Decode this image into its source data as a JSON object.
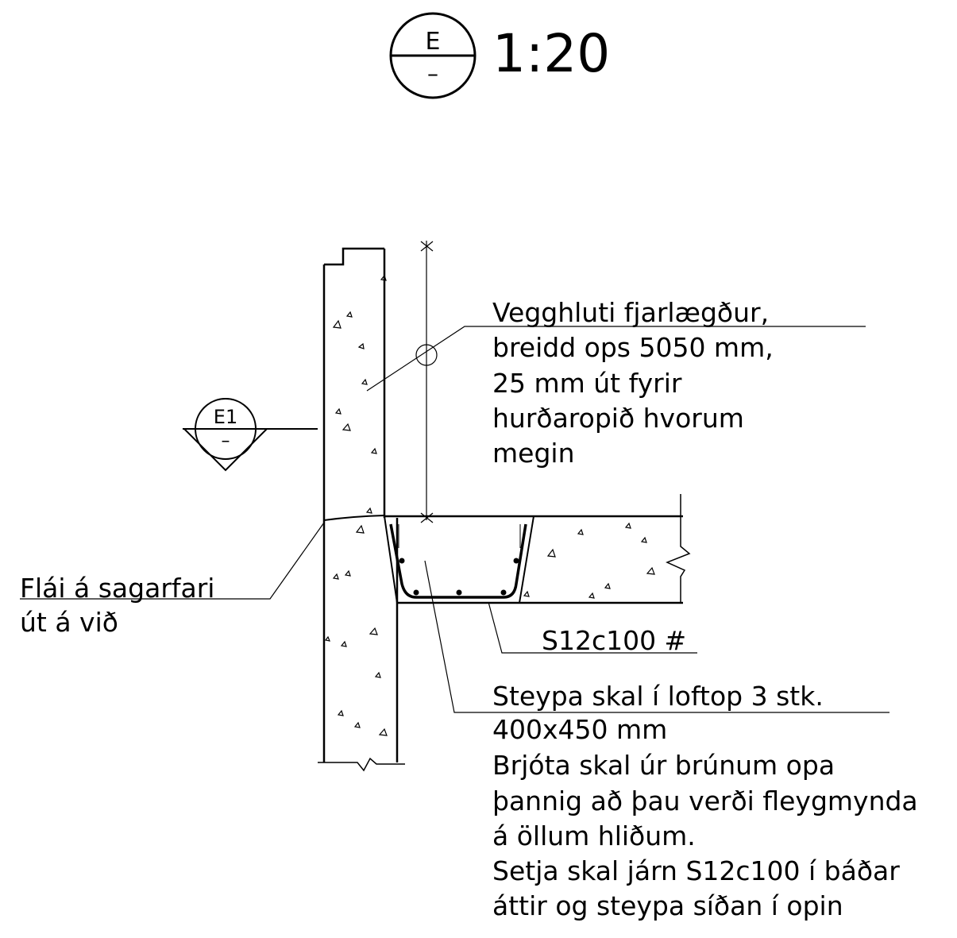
{
  "header": {
    "section_letter": "E",
    "section_dash": "–",
    "scale": "1:20"
  },
  "section_marker": {
    "label": "E1",
    "dash": "–"
  },
  "notes": {
    "wall_removal": [
      "Vegghluti fjarlægður,",
      "breidd ops 5050 mm,",
      "25 mm út fyrir",
      "hurðaropið hvorum",
      "megin"
    ],
    "chamfer": [
      "Flái á sagarfari",
      "út á við"
    ],
    "rebar": "S12c100  #",
    "casting": [
      "Steypa skal í loftop 3 stk.",
      "400x450 mm",
      "Brjóta skal úr brúnum opa",
      "þannig að þau verði fleygmynda",
      "á öllum hliðum.",
      "Setja skal járn S12c100 í báðar",
      "áttir og steypa síðan í opin"
    ]
  },
  "colors": {
    "ink": "#000000",
    "paper": "#ffffff"
  }
}
